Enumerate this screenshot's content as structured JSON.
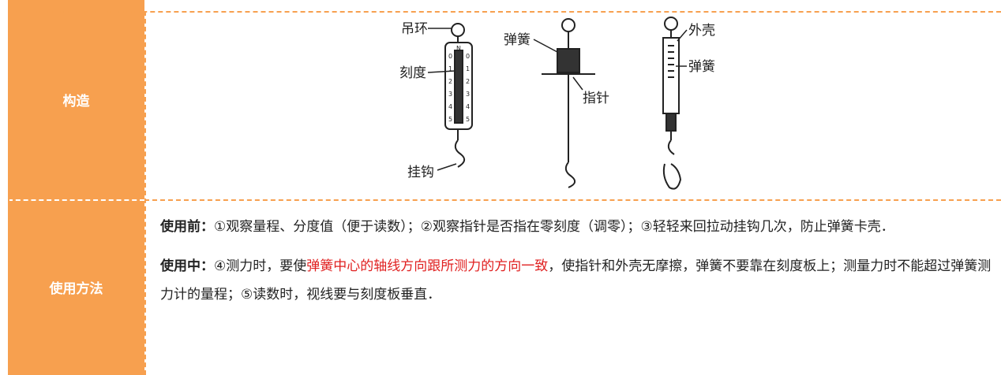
{
  "rows": [
    {
      "label": "构造"
    },
    {
      "label": "使用方法"
    }
  ],
  "figure": {
    "labels": {
      "hook_ring": "吊环",
      "scale": "刻度",
      "hook": "挂钩",
      "spring_left": "弹簧",
      "pointer": "指针",
      "shell": "外壳",
      "spring_right": "弹簧"
    },
    "scale_letter": "N",
    "scale_numbers": [
      "0",
      "1",
      "2",
      "3",
      "4",
      "5"
    ]
  },
  "usage": {
    "before_label": "使用前：",
    "before_text": "①观察量程、分度值（便于读数）；②观察指针是否指在零刻度（调零）；③轻轻来回拉动挂钩几次，防止弹簧卡壳．",
    "during_label": "使用中：",
    "during_text_1": "④测力时，要使",
    "during_highlight": "弹簧中心的轴线方向跟所测力的方向一致",
    "during_text_2": "，使指针和外壳无摩擦，弹簧不要靠在刻度板上；测量力时不能超过弹簧测力计的量程；⑤读数时，视线要与刻度板垂直．"
  }
}
